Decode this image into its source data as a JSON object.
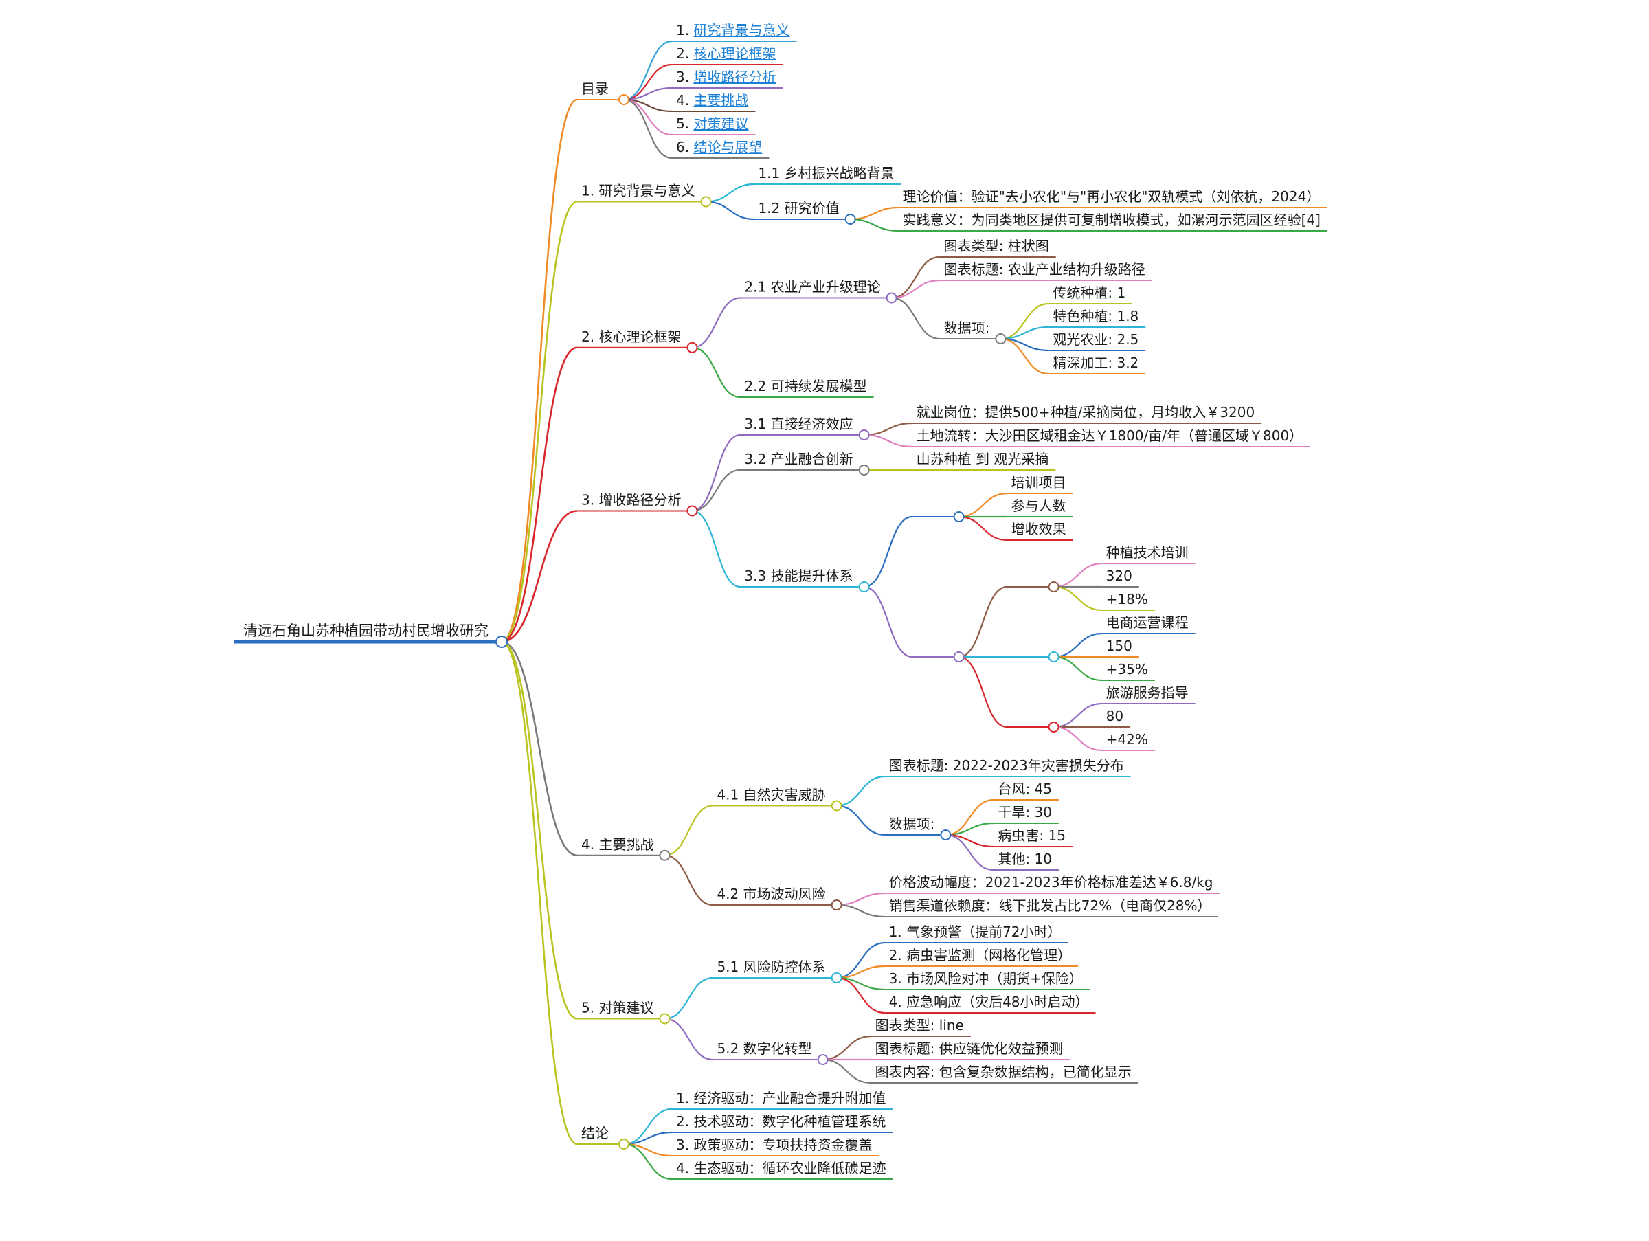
{
  "root": {
    "label": "清远石角山苏种植园带动村民增收研究",
    "color": "#2a6fbf"
  },
  "branches": [
    {
      "id": "toc",
      "label": "目录",
      "color": "#f08a24",
      "children": [
        {
          "label": "1. ",
          "link": "研究背景与意义",
          "color": "#36a3d9"
        },
        {
          "label": "2. ",
          "link": "核心理论框架",
          "color": "#d9262c"
        },
        {
          "label": "3. ",
          "link": "增收路径分析",
          "color": "#8e6bbf"
        },
        {
          "label": "4. ",
          "link": "主要挑战",
          "color": "#6b4a3a"
        },
        {
          "label": "5. ",
          "link": "对策建议",
          "color": "#e07fc0"
        },
        {
          "label": "6. ",
          "link": "结论与展望",
          "color": "#7a7a7a"
        }
      ]
    },
    {
      "id": "b1",
      "label": "1. 研究背景与意义",
      "color": "#b9c420",
      "children": [
        {
          "label": "1.1 乡村振兴战略背景",
          "color": "#2bb6d6"
        },
        {
          "label": "1.2 研究价值",
          "color": "#2a6fbf",
          "children": [
            {
              "label": "理论价值：验证\"去小农化\"与\"再小农化\"双轨模式（刘依杭，2024）",
              "color": "#f08a24"
            },
            {
              "label": "实践意义：为同类地区提供可复制增收模式，如漯河示范园区经验[4]",
              "color": "#3aa845"
            }
          ]
        }
      ]
    },
    {
      "id": "b2",
      "label": "2. 核心理论框架",
      "color": "#d9262c",
      "children": [
        {
          "label": "2.1 农业产业升级理论",
          "color": "#8e6bbf",
          "children": [
            {
              "label": "图表类型: 柱状图",
              "color": "#8c5a45"
            },
            {
              "label": "图表标题: 农业产业结构升级路径",
              "color": "#e07fc0"
            },
            {
              "label": "数据项:",
              "color": "#7a7a7a",
              "children": [
                {
                  "label": "传统种植: 1",
                  "color": "#b9c420"
                },
                {
                  "label": "特色种植: 1.8",
                  "color": "#2bb6d6"
                },
                {
                  "label": "观光农业: 2.5",
                  "color": "#2a6fbf"
                },
                {
                  "label": "精深加工: 3.2",
                  "color": "#f08a24"
                }
              ]
            }
          ]
        },
        {
          "label": "2.2 可持续发展模型",
          "color": "#3aa845"
        }
      ]
    },
    {
      "id": "b3",
      "label": "3. 增收路径分析",
      "color": "#d9262c",
      "children": [
        {
          "label": "3.1 直接经济效应",
          "color": "#8e6bbf",
          "children": [
            {
              "label": "就业岗位：提供500+种植/采摘岗位，月均收入￥3200",
              "color": "#8c5a45"
            },
            {
              "label": "土地流转：大沙田区域租金达￥1800/亩/年（普通区域￥800）",
              "color": "#e07fc0"
            }
          ]
        },
        {
          "label": "3.2 产业融合创新",
          "color": "#7a7a7a",
          "children": [
            {
              "label": "山苏种植 到 观光采摘",
              "color": "#b9c420"
            }
          ]
        },
        {
          "label": "3.3 技能提升体系",
          "color": "#2bb6d6",
          "children": [
            {
              "label": "",
              "color": "#2a6fbf",
              "children": [
                {
                  "label": "培训项目",
                  "color": "#f08a24"
                },
                {
                  "label": "参与人数",
                  "color": "#3aa845"
                },
                {
                  "label": "增收效果",
                  "color": "#d9262c"
                }
              ]
            },
            {
              "label": "",
              "color": "#8e6bbf",
              "children": [
                {
                  "label": "",
                  "color": "#8c5a45",
                  "children": [
                    {
                      "label": "种植技术培训",
                      "color": "#e07fc0"
                    },
                    {
                      "label": "320",
                      "color": "#7a7a7a"
                    },
                    {
                      "label": "+18%",
                      "color": "#b9c420"
                    }
                  ]
                },
                {
                  "label": "",
                  "color": "#2bb6d6",
                  "children": [
                    {
                      "label": "电商运营课程",
                      "color": "#2a6fbf"
                    },
                    {
                      "label": "150",
                      "color": "#f08a24"
                    },
                    {
                      "label": "+35%",
                      "color": "#3aa845"
                    }
                  ]
                },
                {
                  "label": "",
                  "color": "#d9262c",
                  "children": [
                    {
                      "label": "旅游服务指导",
                      "color": "#8e6bbf"
                    },
                    {
                      "label": "80",
                      "color": "#8c5a45"
                    },
                    {
                      "label": "+42%",
                      "color": "#e07fc0"
                    }
                  ]
                }
              ]
            }
          ]
        }
      ]
    },
    {
      "id": "b4",
      "label": "4. 主要挑战",
      "color": "#7a7a7a",
      "children": [
        {
          "label": "4.1 自然灾害威胁",
          "color": "#b9c420",
          "children": [
            {
              "label": "图表标题: 2022-2023年灾害损失分布",
              "color": "#2bb6d6"
            },
            {
              "label": "数据项:",
              "color": "#2a6fbf",
              "children": [
                {
                  "label": "台风: 45",
                  "color": "#f08a24"
                },
                {
                  "label": "干旱: 30",
                  "color": "#3aa845"
                },
                {
                  "label": "病虫害: 15",
                  "color": "#d9262c"
                },
                {
                  "label": "其他: 10",
                  "color": "#8e6bbf"
                }
              ]
            }
          ]
        },
        {
          "label": "4.2 市场波动风险",
          "color": "#8c5a45",
          "children": [
            {
              "label": "价格波动幅度：2021-2023年价格标准差达￥6.8/kg",
              "color": "#e07fc0"
            },
            {
              "label": "销售渠道依赖度：线下批发占比72%（电商仅28%）",
              "color": "#7a7a7a"
            }
          ]
        }
      ]
    },
    {
      "id": "b5",
      "label": "5. 对策建议",
      "color": "#b9c420",
      "children": [
        {
          "label": "5.1 风险防控体系",
          "color": "#2bb6d6",
          "children": [
            {
              "label": "1. 气象预警（提前72小时）",
              "color": "#2a6fbf"
            },
            {
              "label": "2. 病虫害监测（网格化管理）",
              "color": "#f08a24"
            },
            {
              "label": "3. 市场风险对冲（期货+保险）",
              "color": "#3aa845"
            },
            {
              "label": "4. 应急响应（灾后48小时启动）",
              "color": "#d9262c"
            }
          ]
        },
        {
          "label": "5.2 数字化转型",
          "color": "#8e6bbf",
          "children": [
            {
              "label": "图表类型: line",
              "color": "#8c5a45"
            },
            {
              "label": "图表标题: 供应链优化效益预测",
              "color": "#e07fc0"
            },
            {
              "label": "图表内容: 包含复杂数据结构，已简化显示",
              "color": "#7a7a7a"
            }
          ]
        }
      ]
    },
    {
      "id": "b6",
      "label": "结论",
      "color": "#b9c420",
      "children": [
        {
          "label": "1. 经济驱动：产业融合提升附加值",
          "color": "#2bb6d6"
        },
        {
          "label": "2. 技术驱动：数字化种植管理系统",
          "color": "#2a6fbf"
        },
        {
          "label": "3. 政策驱动：专项扶持资金覆盖",
          "color": "#f08a24"
        },
        {
          "label": "4. 生态驱动：循环农业降低碳足迹",
          "color": "#3aa845"
        }
      ]
    }
  ]
}
